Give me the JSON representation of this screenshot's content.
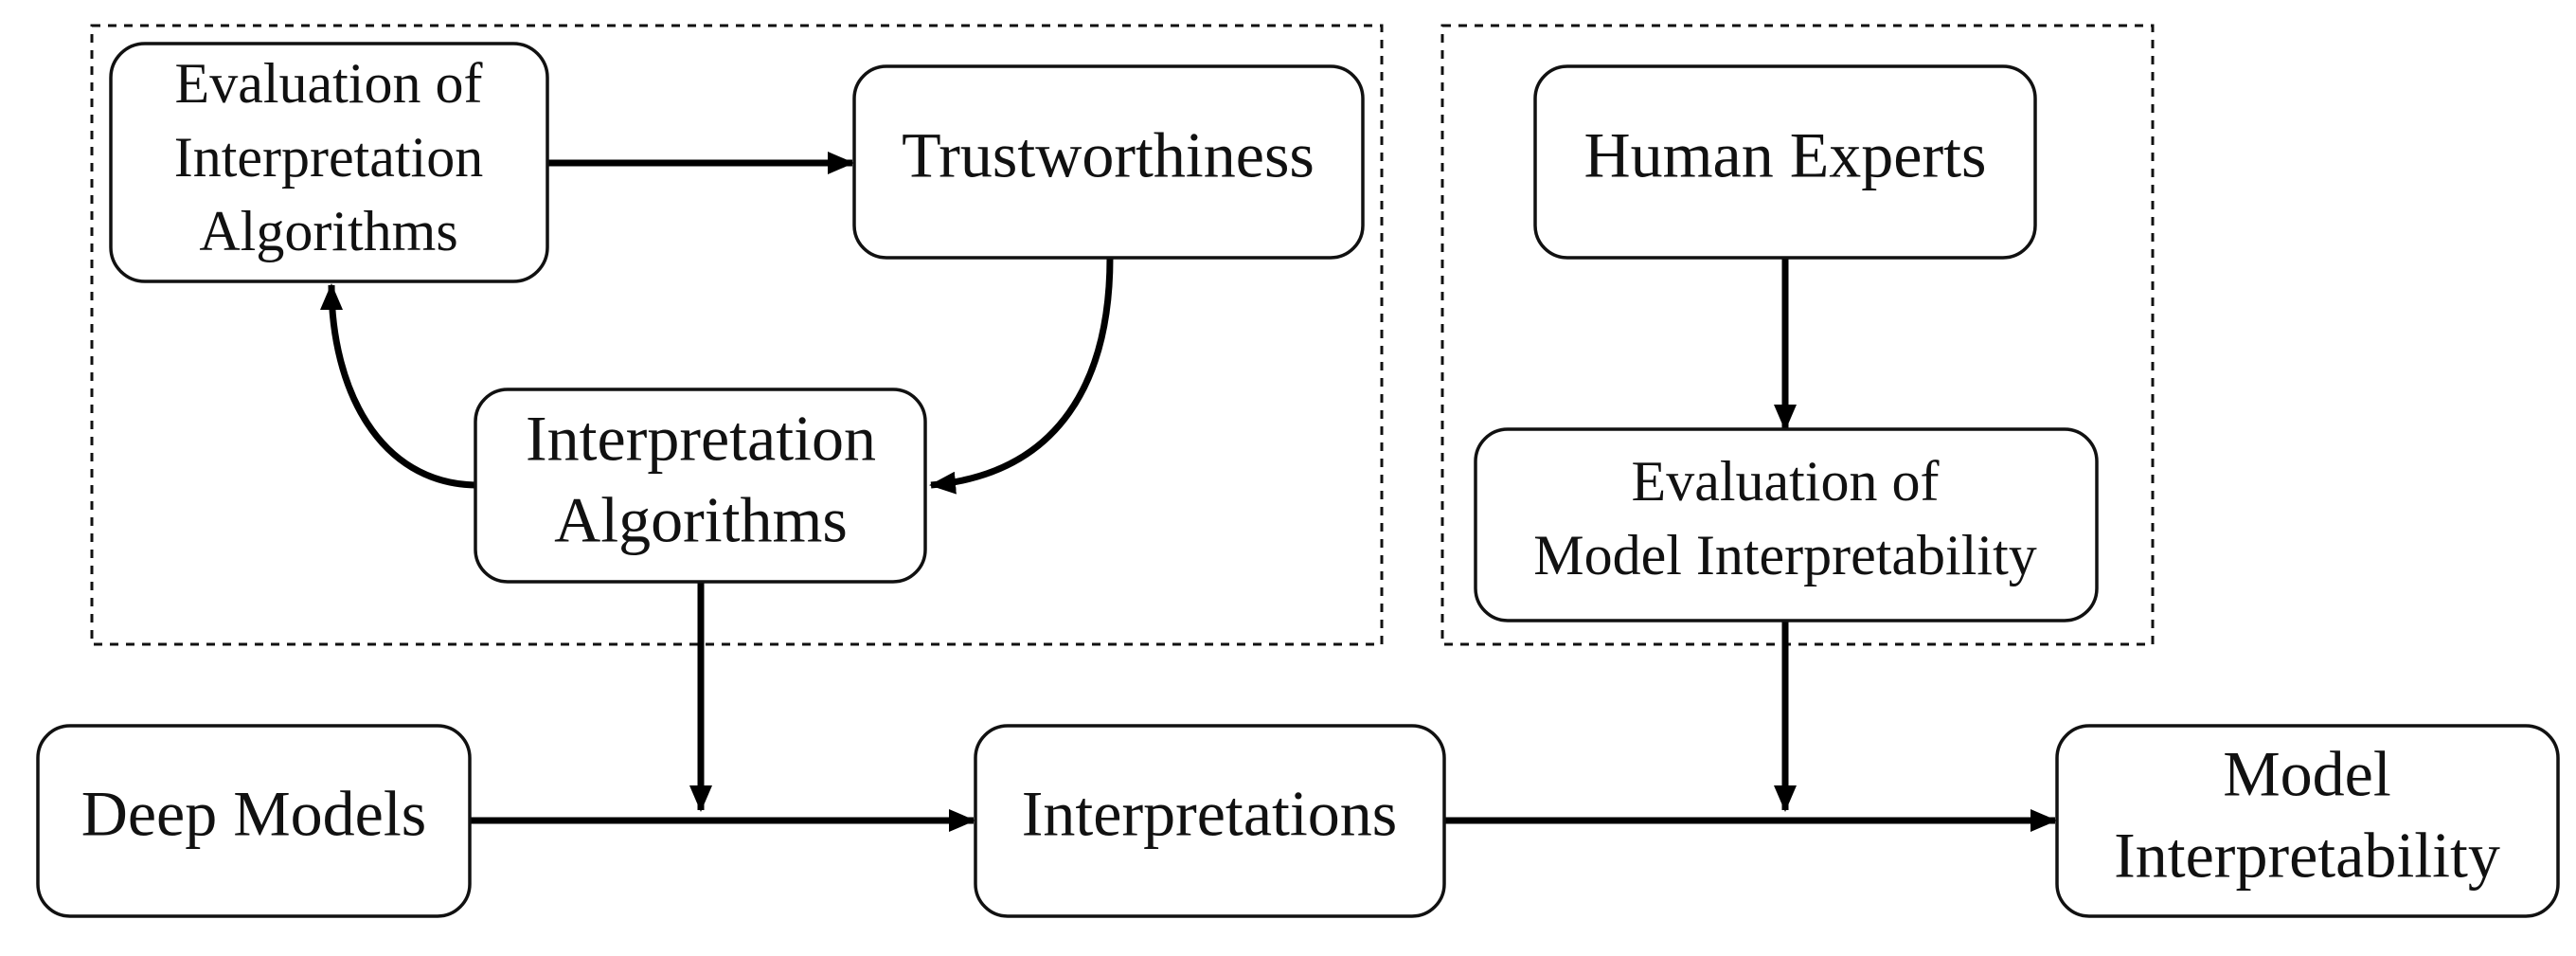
{
  "nodes": {
    "eval_interp_algos": {
      "lines": [
        "Evaluation of",
        "Interpretation",
        "Algorithms"
      ]
    },
    "trustworthiness": {
      "lines": [
        "Trustworthiness"
      ]
    },
    "interp_algos": {
      "lines": [
        "Interpretation",
        "Algorithms"
      ]
    },
    "human_experts": {
      "lines": [
        "Human Experts"
      ]
    },
    "eval_model_interp": {
      "lines": [
        "Evaluation of",
        "Model Interpretability"
      ]
    },
    "deep_models": {
      "lines": [
        "Deep Models"
      ]
    },
    "interpretations": {
      "lines": [
        "Interpretations"
      ]
    },
    "model_interp": {
      "lines": [
        "Model",
        "Interpretability"
      ]
    }
  },
  "edges": [
    {
      "from": "eval_interp_algos",
      "to": "trustworthiness"
    },
    {
      "from": "trustworthiness",
      "to": "interp_algos"
    },
    {
      "from": "interp_algos",
      "to": "eval_interp_algos"
    },
    {
      "from": "interp_algos",
      "to": "deep_models_to_interpretations_edge"
    },
    {
      "from": "human_experts",
      "to": "eval_model_interp"
    },
    {
      "from": "eval_model_interp",
      "to": "interpretations_to_model_interp_edge"
    },
    {
      "from": "deep_models",
      "to": "interpretations"
    },
    {
      "from": "interpretations",
      "to": "model_interp"
    }
  ],
  "groups": [
    {
      "members": [
        "eval_interp_algos",
        "trustworthiness",
        "interp_algos"
      ]
    },
    {
      "members": [
        "human_experts",
        "eval_model_interp"
      ]
    }
  ]
}
